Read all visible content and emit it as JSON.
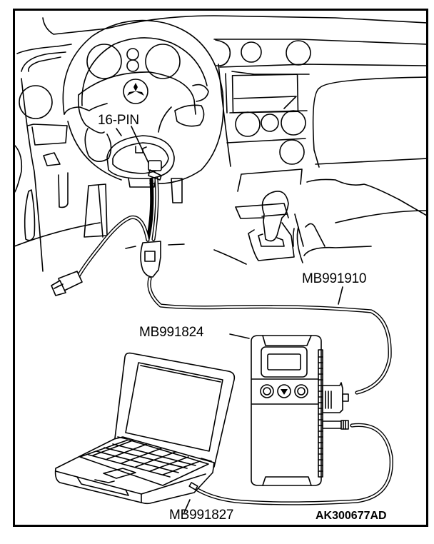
{
  "figure": {
    "title": "Connection of MUT-III scan tool to vehicle diagnosis connector",
    "figure_code": "AK300677AD",
    "colors": {
      "line": "#000000",
      "background": "#ffffff"
    }
  },
  "labels": {
    "connector": "16-PIN",
    "main_harness": "MB991910",
    "vci": "MB991824",
    "usb_cable": "MB991827"
  },
  "components": [
    {
      "id": "diagnosis-connector",
      "label_ref": "connector",
      "description": "16-pin data link connector under steering column"
    },
    {
      "id": "main-harness-a",
      "label_ref": "main_harness",
      "description": "Main harness cable with Y-branch"
    },
    {
      "id": "vehicle-communication-interface",
      "label_ref": "vci",
      "description": "V.C.I. handheld unit with display and three buttons"
    },
    {
      "id": "usb-cable",
      "label_ref": "usb_cable",
      "description": "USB cable linking laptop to V.C.I."
    },
    {
      "id": "laptop",
      "description": "Personal computer running diagnostic software"
    }
  ]
}
